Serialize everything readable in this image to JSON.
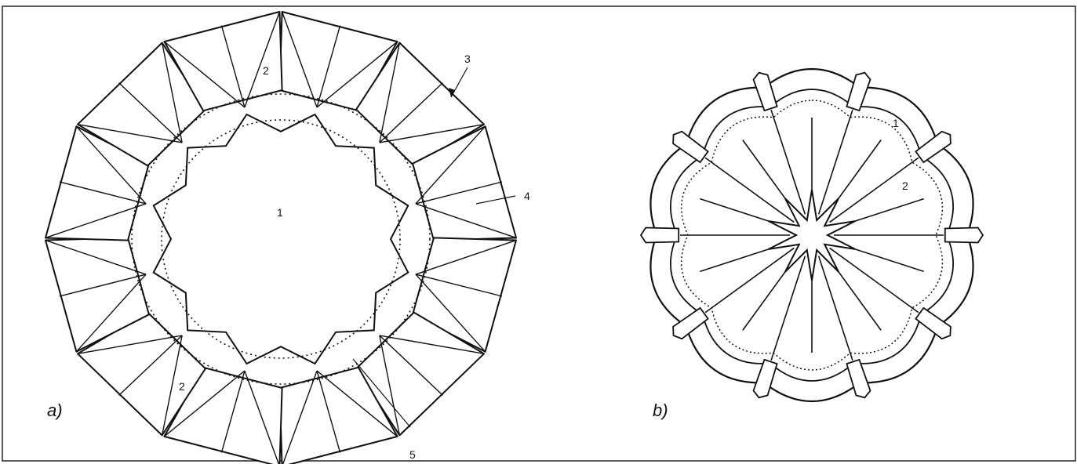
{
  "panels": [
    {
      "id": "a",
      "caption": "a)"
    },
    {
      "id": "b",
      "caption": "b)"
    }
  ],
  "annotations": {
    "a": {
      "inner": "1",
      "tile_top": "2",
      "tile_bottom": "2",
      "arrow_top": "3",
      "arrow_right": "4",
      "arrow_bottom": "5"
    },
    "b": {
      "outer_ring": "1",
      "inner_panel": "2"
    }
  },
  "colors": {
    "line": "#111111",
    "background": "#ffffff"
  }
}
